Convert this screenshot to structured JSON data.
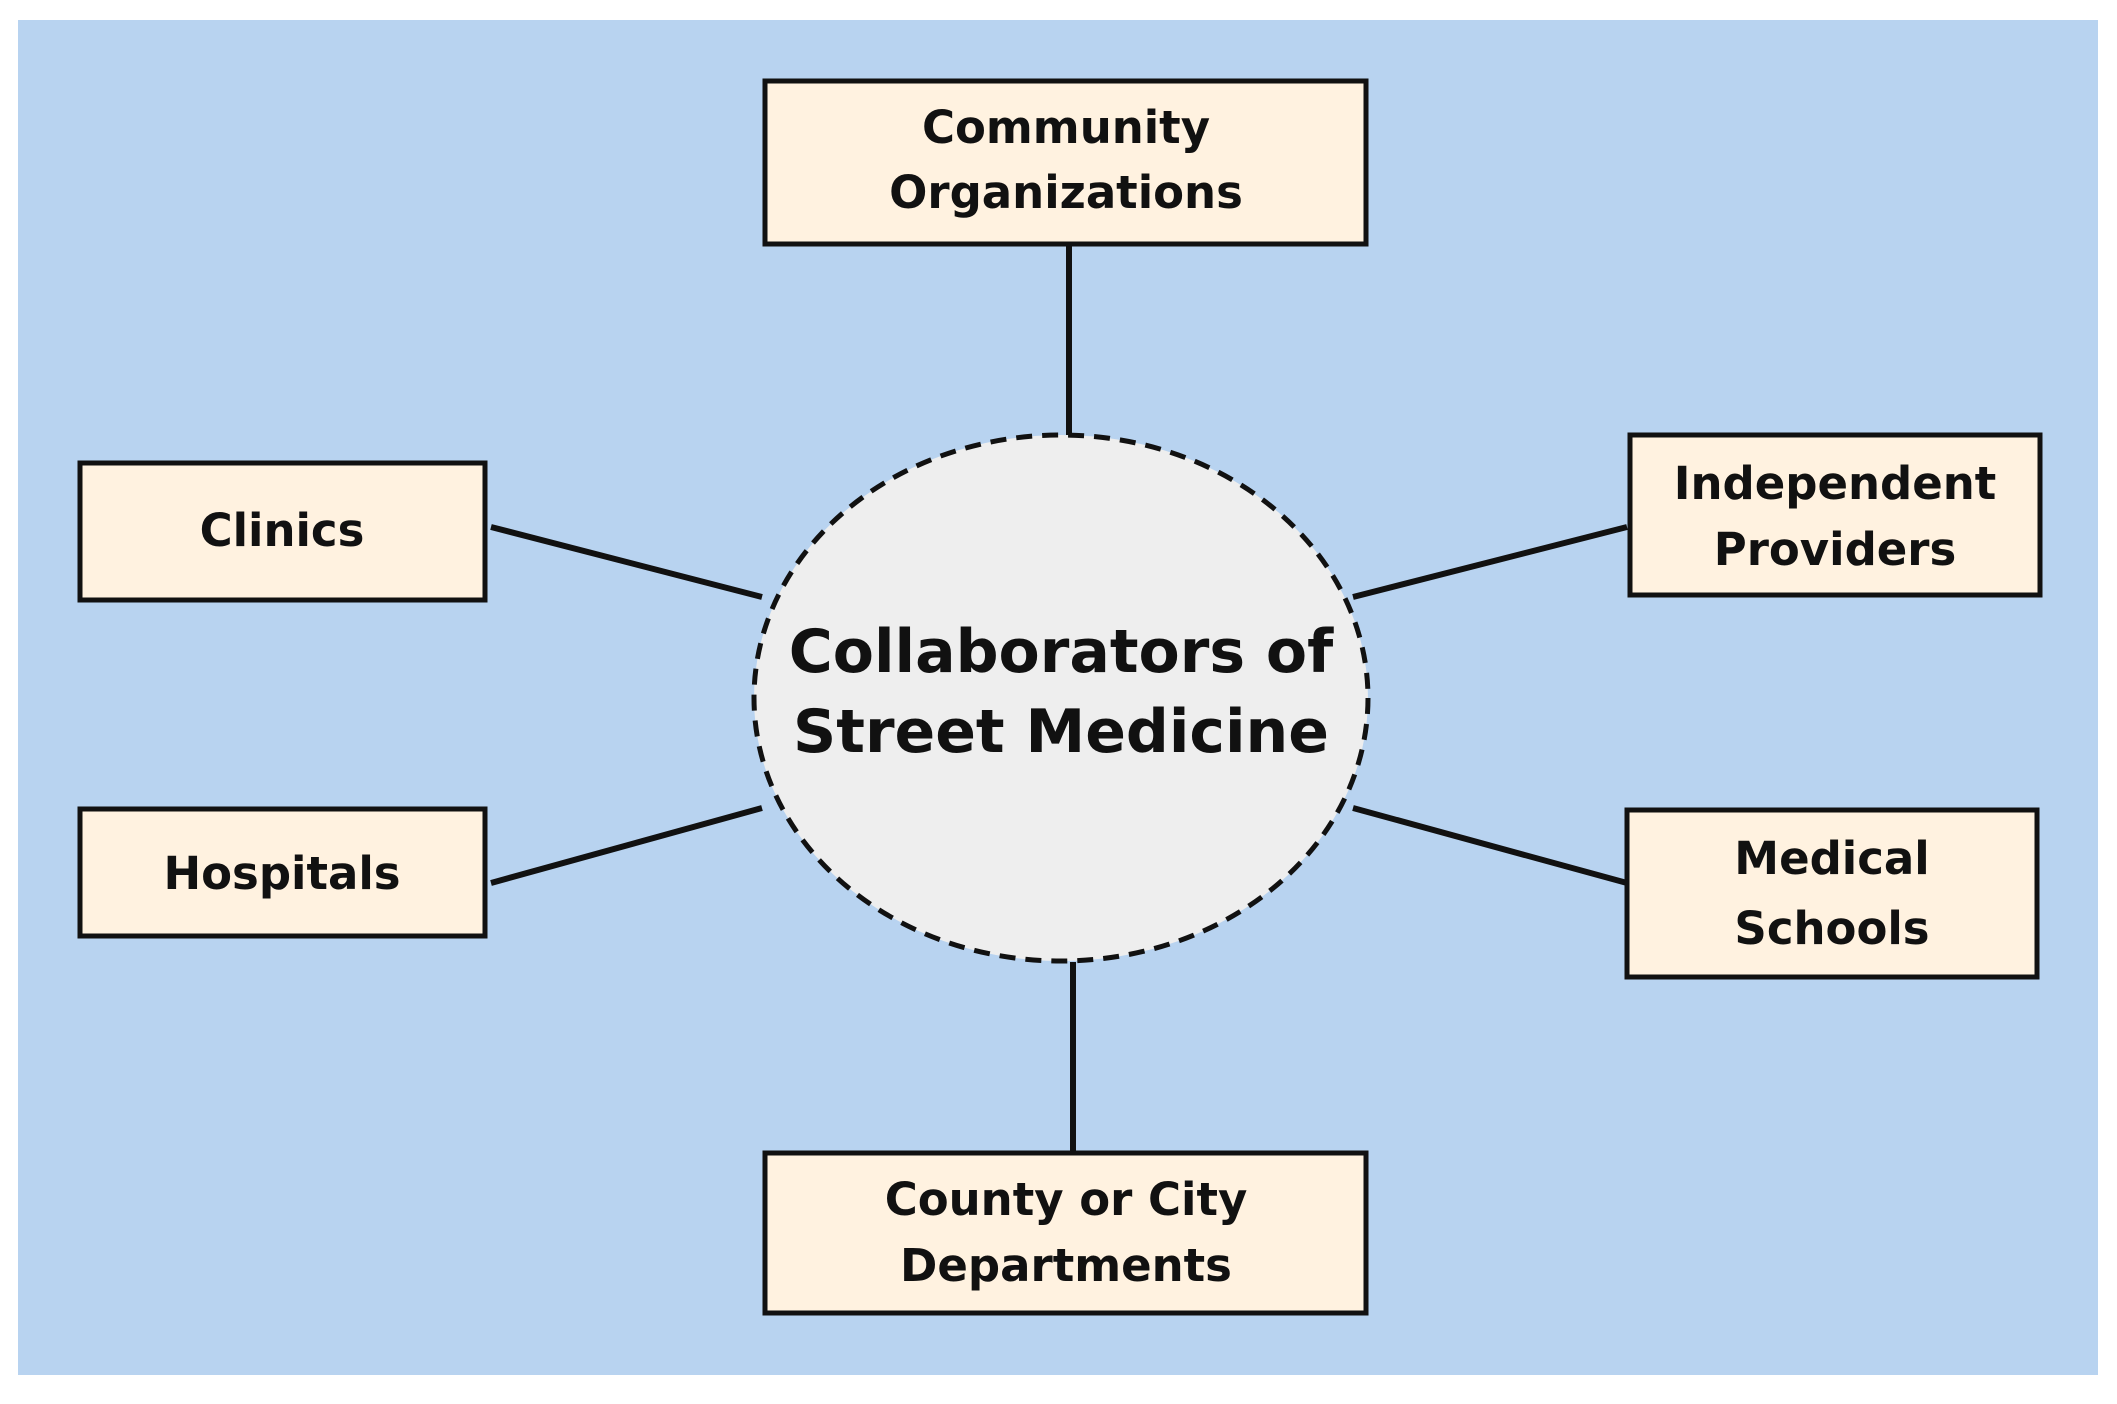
{
  "diagram": {
    "colors": {
      "background": "#b8d3f0",
      "box_fill": "#fff2e0",
      "center_fill": "#eeeeee",
      "stroke": "#111111"
    },
    "center": {
      "lines": [
        "Collaborators of",
        "Street Medicine"
      ]
    },
    "nodes": {
      "community": {
        "lines": [
          "Community",
          "Organizations"
        ]
      },
      "clinics": {
        "lines": [
          "Clinics"
        ]
      },
      "hospitals": {
        "lines": [
          "Hospitals"
        ]
      },
      "independent": {
        "lines": [
          "Independent",
          "Providers"
        ]
      },
      "medical": {
        "lines": [
          "Medical",
          "Schools"
        ]
      },
      "county": {
        "lines": [
          "County or City",
          "Departments"
        ]
      }
    }
  }
}
